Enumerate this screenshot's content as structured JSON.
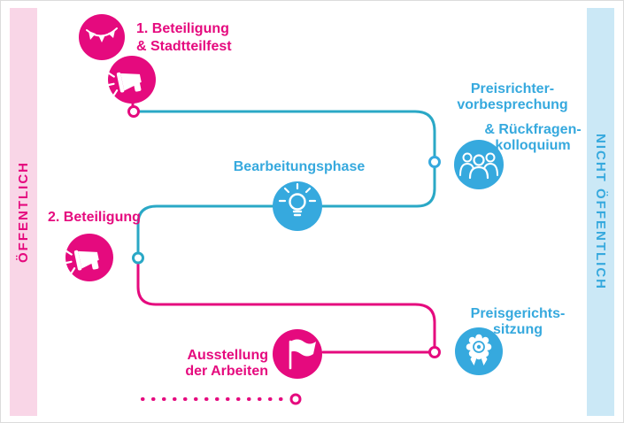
{
  "bands": {
    "left": "ÖFFENTLICH",
    "right": "NICHT ÖFFENTLICH"
  },
  "steps": {
    "festival": {
      "line1": "1. Beteiligung",
      "line2": "& Stadtteilfest",
      "icons": [
        "pennant-garland-icon",
        "megaphone-icon"
      ]
    },
    "jury_briefing": {
      "line1": "Preisrichter-",
      "line2": "vorbesprechung",
      "line3": "& Rückfragen-",
      "line4": "kolloquium",
      "icon": "jury-people-icon"
    },
    "work_phase": {
      "label": "Bearbeitungsphase",
      "icon": "lightbulb-icon"
    },
    "second_participation": {
      "label": "2. Beteiligung",
      "icon": "megaphone-icon"
    },
    "jury_session": {
      "line1": "Preisgerichts-",
      "line2": "sitzung",
      "icon": "award-rosette-icon"
    },
    "exhibition": {
      "line1": "Ausstellung",
      "line2": "der Arbeiten",
      "icon": "flag-icon"
    }
  },
  "colors": {
    "pink": "#E50A7E",
    "blue": "#36A9DE",
    "teal": "#2AA8C6",
    "pink_band_bg": "#F9D6E7",
    "blue_band_bg": "#CBE8F6"
  }
}
